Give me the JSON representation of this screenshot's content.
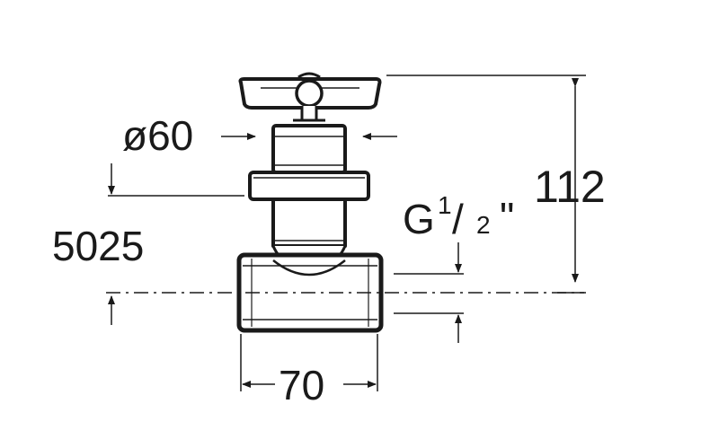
{
  "dimensions": {
    "height_total": "112",
    "width_body": "70",
    "diameter": "ø60",
    "offset": "5025",
    "thread": {
      "prefix": "G",
      "numerator": "1",
      "slash": "/",
      "denominator": "2",
      "inch_mark": "\""
    }
  },
  "colors": {
    "line": "#1a1a1a",
    "background": "#ffffff"
  }
}
